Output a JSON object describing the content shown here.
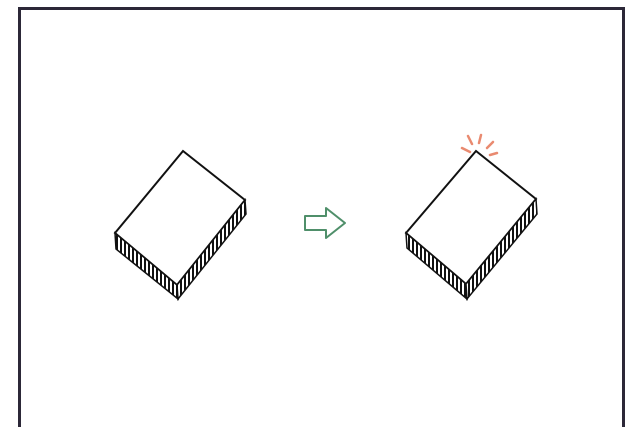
{
  "diagram": {
    "steps": [
      {
        "id": "stack-before",
        "icon": "paper-stack-icon",
        "state": "normal"
      },
      {
        "id": "transition",
        "icon": "outline-arrow-right-icon"
      },
      {
        "id": "stack-after",
        "icon": "paper-stack-icon",
        "state": "corner-highlighted"
      }
    ],
    "colors": {
      "frame": "#2c2838",
      "outline": "#111111",
      "arrow": "#4f8f6a",
      "highlight": "#e98a70"
    }
  }
}
